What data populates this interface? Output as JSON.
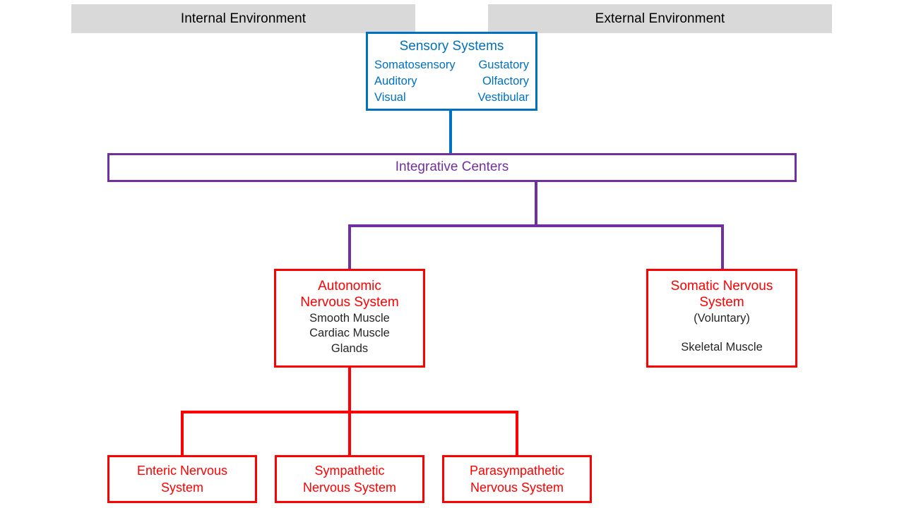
{
  "environments": {
    "internal_label": "Internal Environment",
    "external_label": "External Environment"
  },
  "nodes": {
    "sensory": {
      "title": "Sensory Systems",
      "left_column": [
        "Somatosensory",
        "Auditory",
        "Visual"
      ],
      "right_column": [
        "Gustatory",
        "Olfactory",
        "Vestibular"
      ]
    },
    "integrative": {
      "title": "Integrative Centers"
    },
    "autonomic": {
      "title_line1": "Autonomic",
      "title_line2": "Nervous System",
      "items": [
        "Smooth Muscle",
        "Cardiac Muscle",
        "Glands"
      ]
    },
    "somatic": {
      "title_line1": "Somatic Nervous",
      "title_line2": "System",
      "qualifier": "(Voluntary)",
      "items": [
        "Skeletal Muscle"
      ]
    },
    "enteric": {
      "line1": "Enteric Nervous",
      "line2": "System"
    },
    "sympathetic": {
      "line1": "Sympathetic",
      "line2": "Nervous System"
    },
    "parasympathetic": {
      "line1": "Parasympathetic",
      "line2": "Nervous System"
    }
  },
  "colors": {
    "sensory_blue": "#0070c0",
    "integrative_purple": "#7030a0",
    "nervous_red": "#ff0000",
    "environment_bar_gray": "#d9d9d9",
    "body_text": "#262626",
    "background": "#ffffff"
  }
}
